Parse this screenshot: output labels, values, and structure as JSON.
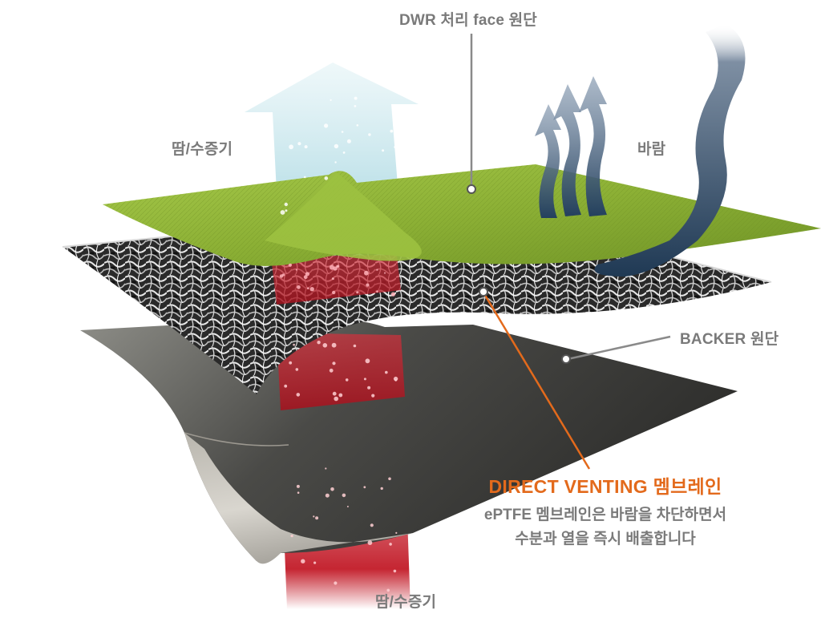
{
  "labels": {
    "dwr_face": "DWR 처리 face 원단",
    "sweat_top": "땀/수증기",
    "wind": "바람",
    "backer": "BACKER 원단",
    "sweat_bottom": "땀/수증기"
  },
  "callout": {
    "title": "DIRECT VENTING 멤브레인",
    "line1": "ePTFE 멤브레인은 바람을 차단하면서",
    "line2": "수분과 열을 즉시 배출합니다"
  },
  "colors": {
    "face_layer": "#8fb23a",
    "membrane_layer": "#c9c9c9",
    "backer_layer": "#5c5c58",
    "vapor_arrow": "#d2eaf0",
    "heat_column": "#c8212d",
    "wind_arrows": "#3f5873",
    "leader_gray": "#8a8a8a",
    "leader_orange": "#e36a1c",
    "label_text": "#7a7a7a"
  }
}
